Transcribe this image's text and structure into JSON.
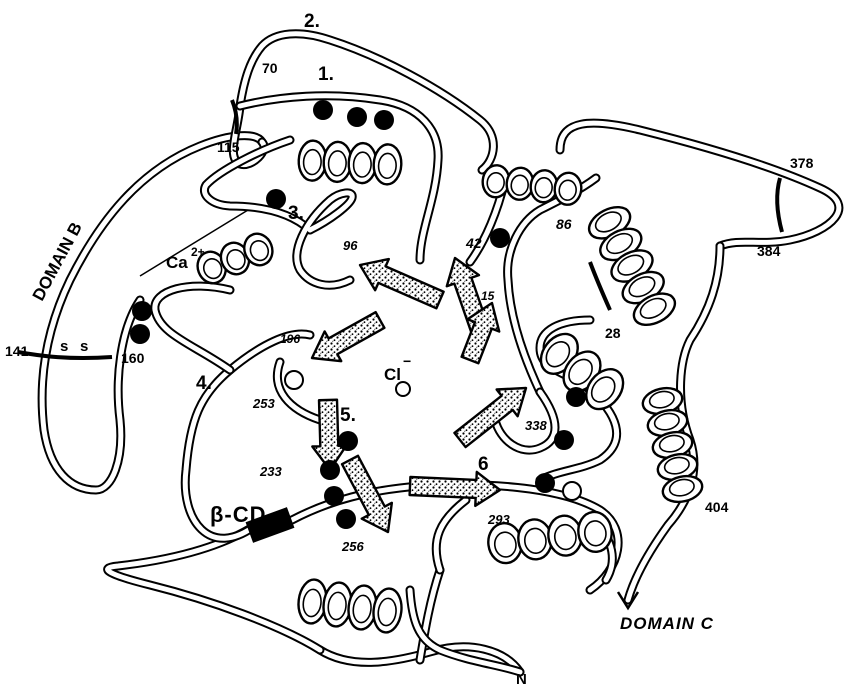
{
  "labels": {
    "domain_b": "DOMAIN B",
    "domain_c": "DOMAIN C",
    "n_terminus": "N",
    "ca": "Ca",
    "ca_charge": "2+",
    "cl": "Cl",
    "cl_charge": "−",
    "beta_cd": "β-CD",
    "disulfide_s1": "s",
    "disulfide_s2": "s"
  },
  "site_numbers": [
    "1.",
    "2.",
    "3.",
    "4.",
    "5.",
    "6"
  ],
  "residues": [
    "70",
    "115",
    "141",
    "160",
    "96",
    "42",
    "86",
    "15",
    "28",
    "196",
    "253",
    "233",
    "256",
    "293",
    "338",
    "378",
    "384",
    "404"
  ],
  "colors": {
    "ink": "#000000",
    "paper": "#ffffff",
    "stipple": "#000000"
  }
}
